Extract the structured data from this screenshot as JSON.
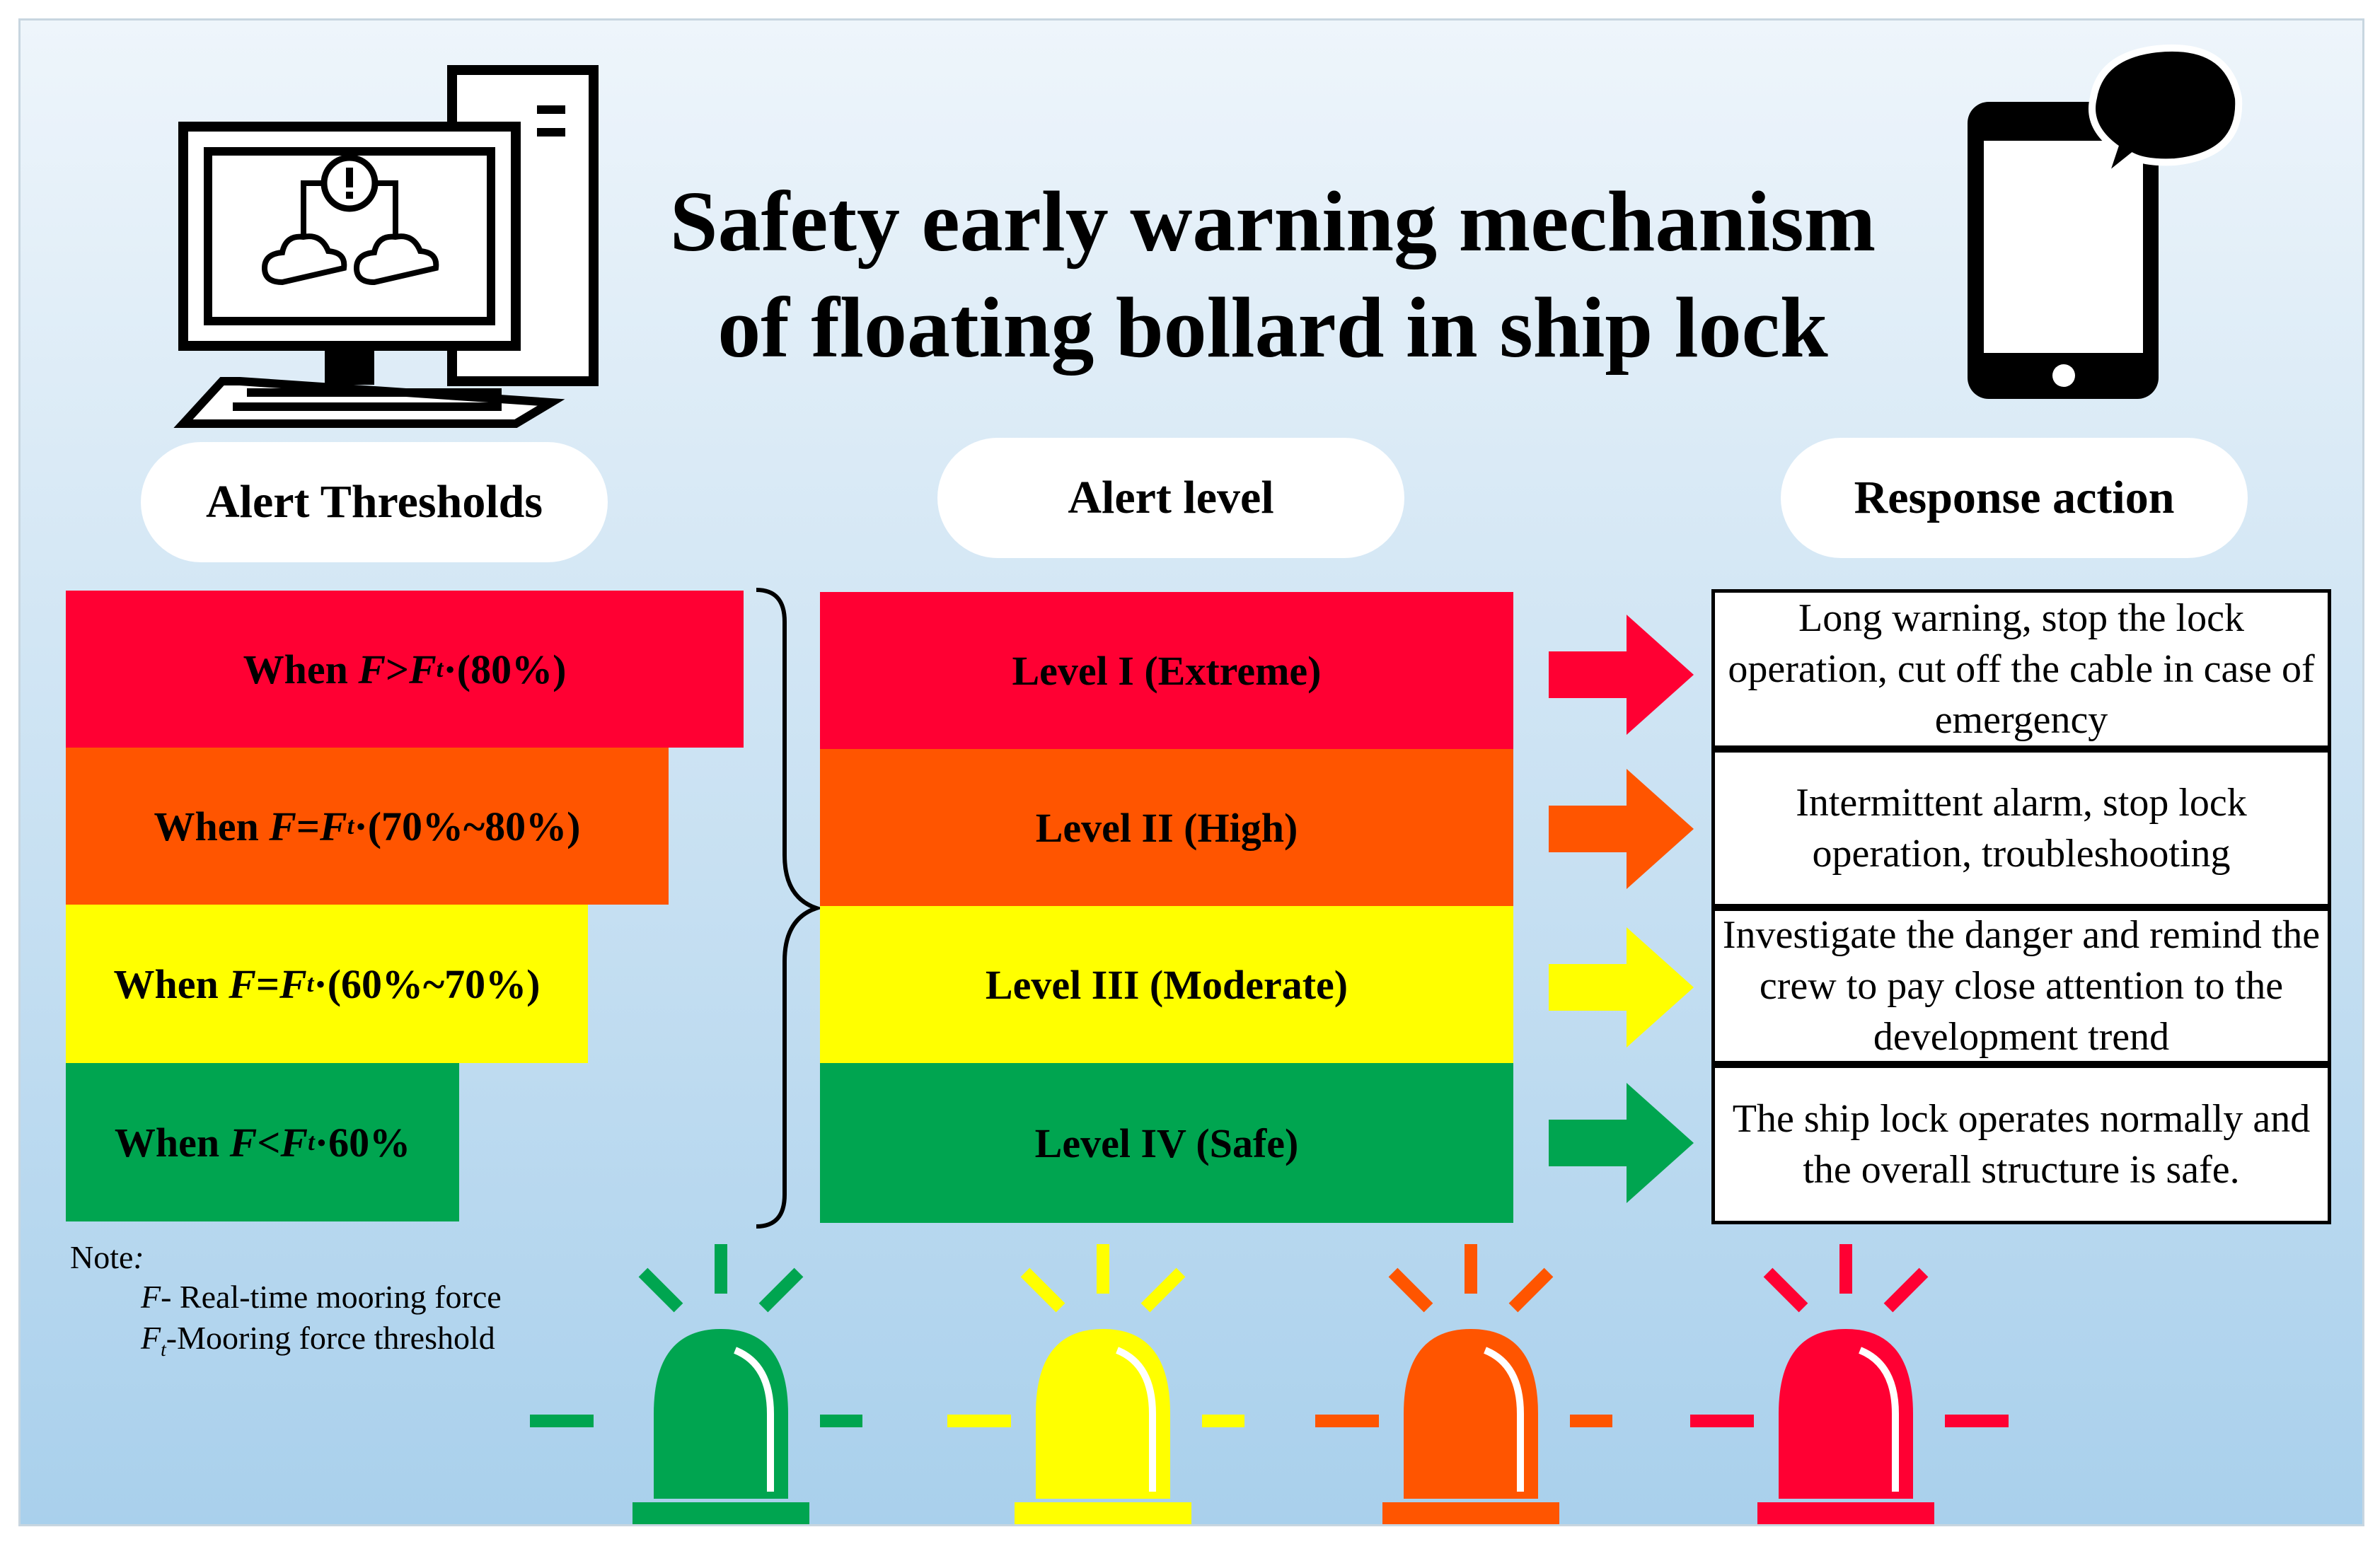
{
  "title": {
    "line1": "Safety early warning mechanism",
    "line2": "of floating bollard in ship lock"
  },
  "headers": {
    "thresholds": "Alert Thresholds",
    "level": "Alert level",
    "response": "Response action"
  },
  "thresholds": [
    {
      "prefix": "When ",
      "op": ">",
      "range": "(80%)",
      "color": "#ff0033"
    },
    {
      "prefix": "When ",
      "op": "=",
      "range": "(70%~80%)",
      "color": "#ff5500"
    },
    {
      "prefix": "When ",
      "op": "=",
      "range": "(60%~70%)",
      "color": "#ffff00"
    },
    {
      "prefix": "When ",
      "op": "<",
      "range": "60%",
      "color": "#00a550"
    }
  ],
  "symbols": {
    "F": "F",
    "Ft": "F",
    "t": "t",
    "dot": "·"
  },
  "levels": [
    {
      "label": "Level I (Extreme)",
      "color": "#ff0033"
    },
    {
      "label": "Level II (High)",
      "color": "#ff5500"
    },
    {
      "label": "Level III (Moderate)",
      "color": "#ffff00"
    },
    {
      "label": "Level IV (Safe)",
      "color": "#00a550"
    }
  ],
  "responses": [
    "Long warning, stop the lock operation, cut off the cable in case of emergency",
    "Intermittent alarm, stop lock operation, troubleshooting",
    "Investigate the danger and remind the crew to pay close attention to the development trend",
    "The ship lock operates normally and the overall structure is safe."
  ],
  "note": {
    "title": "Note",
    "colon": ":",
    "f_symbol": "F",
    "f_desc": "- Real-time mooring force",
    "ft_symbol": "F",
    "ft_sub": "t",
    "ft_desc": "-Mooring force threshold"
  },
  "icons": {
    "left": "desktop-computer-alert-icon",
    "right": "smartphone-message-icon",
    "beacons": [
      "green",
      "yellow",
      "orange",
      "red"
    ]
  },
  "beacon_colors": [
    "#00a550",
    "#ffff00",
    "#ff5500",
    "#ff0033"
  ]
}
